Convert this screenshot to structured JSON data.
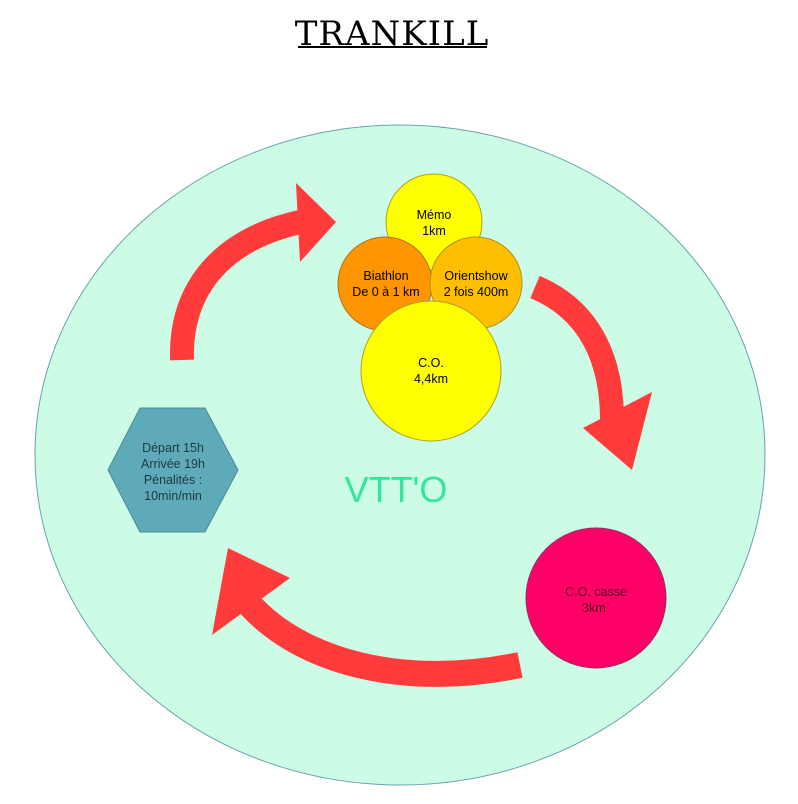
{
  "title": "TRANKILL",
  "center_label": "VTT'O",
  "colors": {
    "background": "#ccfce6",
    "arrow": "#ff3b3b",
    "memo": "#ffff00",
    "biathlon": "#ff9500",
    "orientshow": "#ffbf00",
    "co": "#ffff00",
    "co_casse": "#ff0066",
    "hexagon": "#5eaab8",
    "center_text": "#33e69a"
  },
  "hexagon": {
    "lines": [
      "Départ 15h",
      "Arrivée 19h",
      "Pénalités :",
      "10min/min"
    ]
  },
  "circles": {
    "memo": {
      "lines": [
        "Mémo",
        "1km"
      ]
    },
    "biathlon": {
      "lines": [
        "Biathlon",
        "De 0 à 1 km"
      ]
    },
    "orientshow": {
      "lines": [
        "Orientshow",
        "2 fois 400m"
      ]
    },
    "co": {
      "lines": [
        "C.O.",
        "4,4km"
      ]
    },
    "co_casse": {
      "lines": [
        "C.O. casse",
        "3km`"
      ]
    }
  }
}
